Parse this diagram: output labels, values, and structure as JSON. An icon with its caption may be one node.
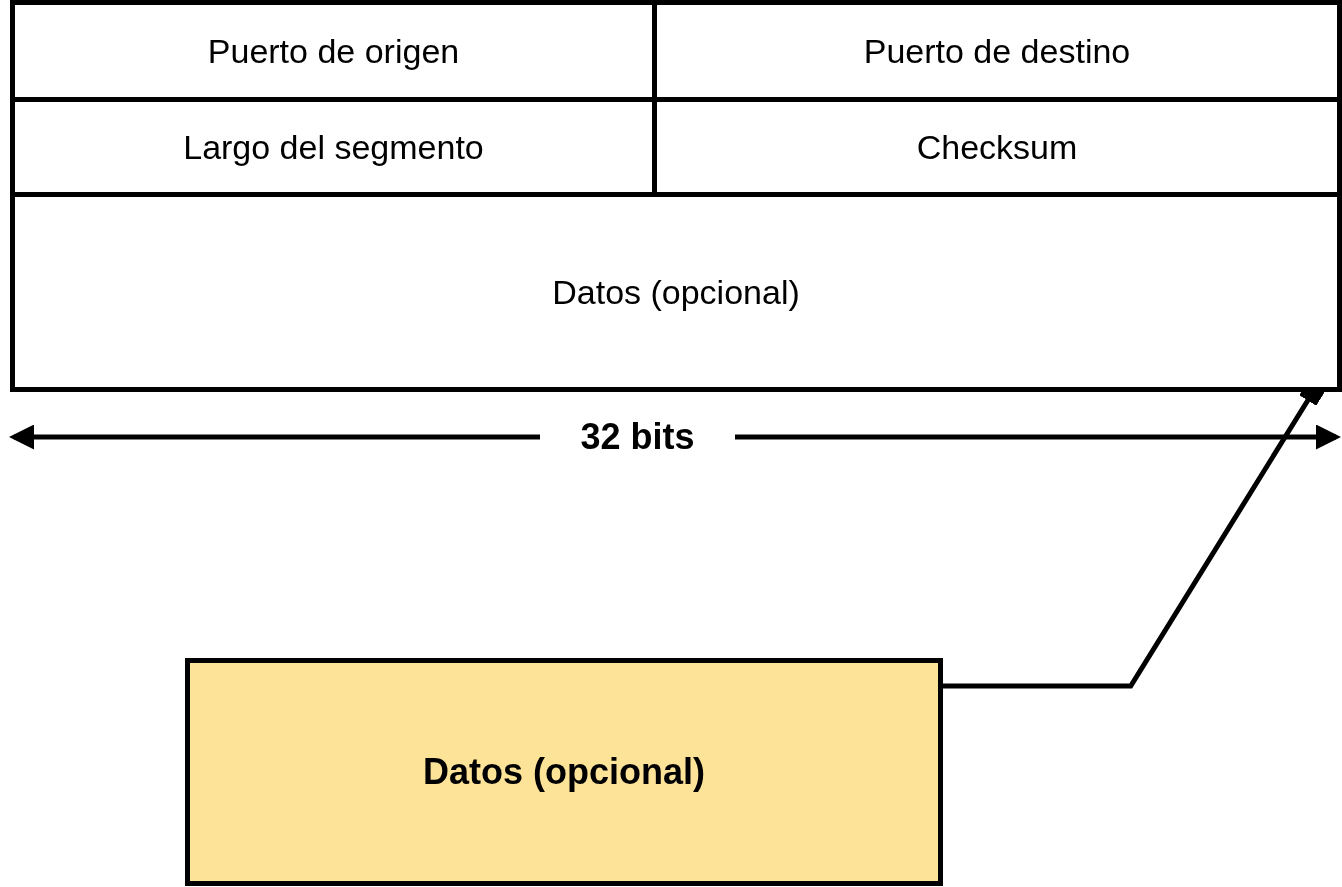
{
  "diagram": {
    "nodes": [
      {
        "text": [
          "Puerto de origen"
        ]
      },
      {
        "text": [
          "Puerto de destino"
        ]
      },
      {
        "text": [
          "Largo del segmento"
        ]
      },
      {
        "text": [
          "Checksum"
        ]
      },
      {
        "text": [
          "Datos (opcional)"
        ]
      },
      {
        "text": [
          "Datos (opcional)"
        ]
      }
    ],
    "edges": [
      {
        "from": 5,
        "to": 4,
        "arrow": "other"
      }
    ],
    "labels": [
      "32 bits"
    ]
  }
}
